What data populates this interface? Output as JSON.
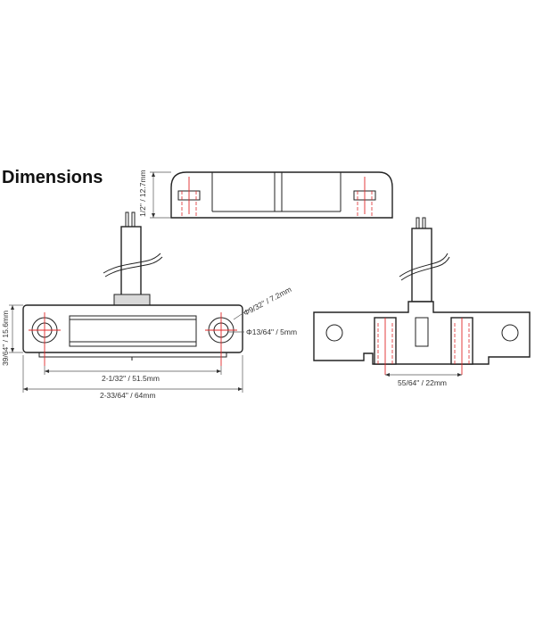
{
  "title": "Dimensions",
  "dimensions": {
    "height": "1/2\" / 12.7mm",
    "thickness": "39/64\" / 15.6mm",
    "hole_spacing": "2-1/32\" / 51.5mm",
    "length": "2-33/64\" / 64mm",
    "outer_diameter": "Φ9/32\" / 7.2mm",
    "hole_diameter": "Φ13/64\" / 5mm",
    "width": "55/64\" / 22mm"
  }
}
